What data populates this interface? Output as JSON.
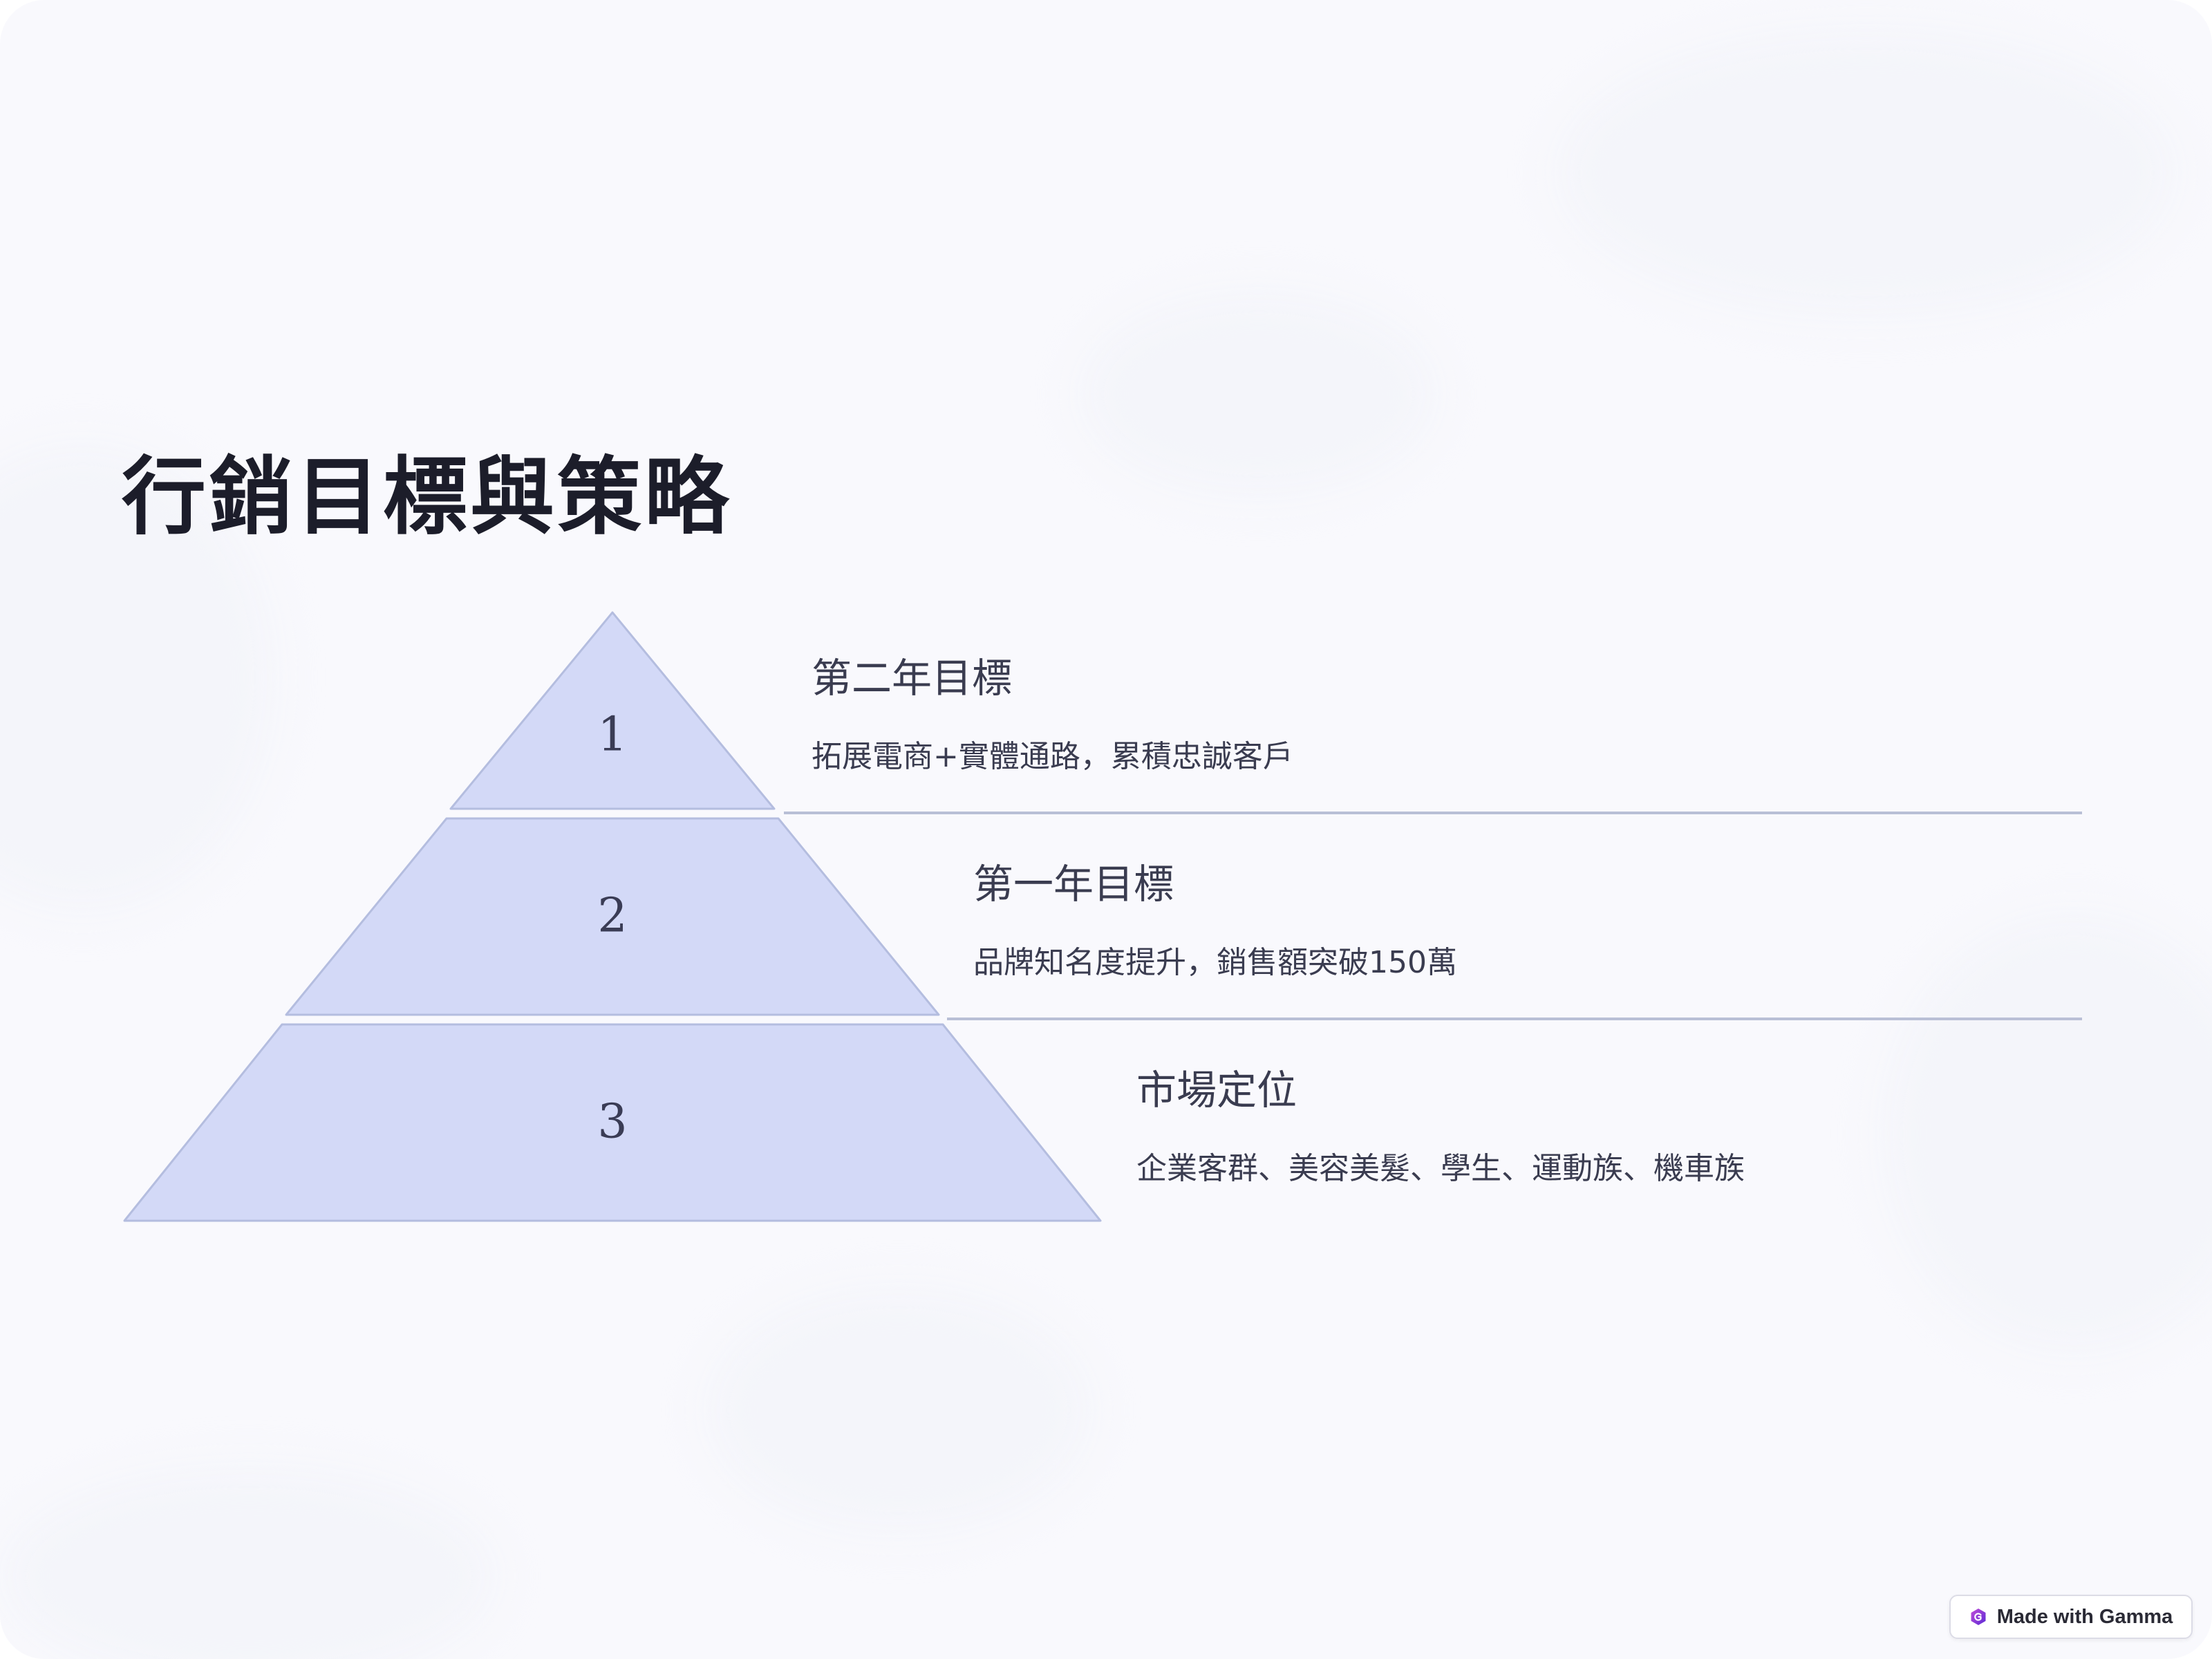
{
  "title": "行銷目標與策略",
  "levels": [
    {
      "number": "1",
      "heading": "第二年目標",
      "description": "拓展電商+實體通路，累積忠誠客戶"
    },
    {
      "number": "2",
      "heading": "第一年目標",
      "description": "品牌知名度提升，銷售額突破150萬"
    },
    {
      "number": "3",
      "heading": "市場定位",
      "description": "企業客群、美容美髮、學生、運動族、機車族"
    }
  ],
  "badge": {
    "label": "Made with Gamma",
    "icon": "gamma-logo-icon"
  },
  "colors": {
    "background": "#f9f9fd",
    "pyramid_fill": "#d3d9f7",
    "pyramid_stroke": "#b4bddf",
    "divider": "#b9bfd6",
    "title": "#1c1d2a",
    "text": "#3a3c50"
  }
}
